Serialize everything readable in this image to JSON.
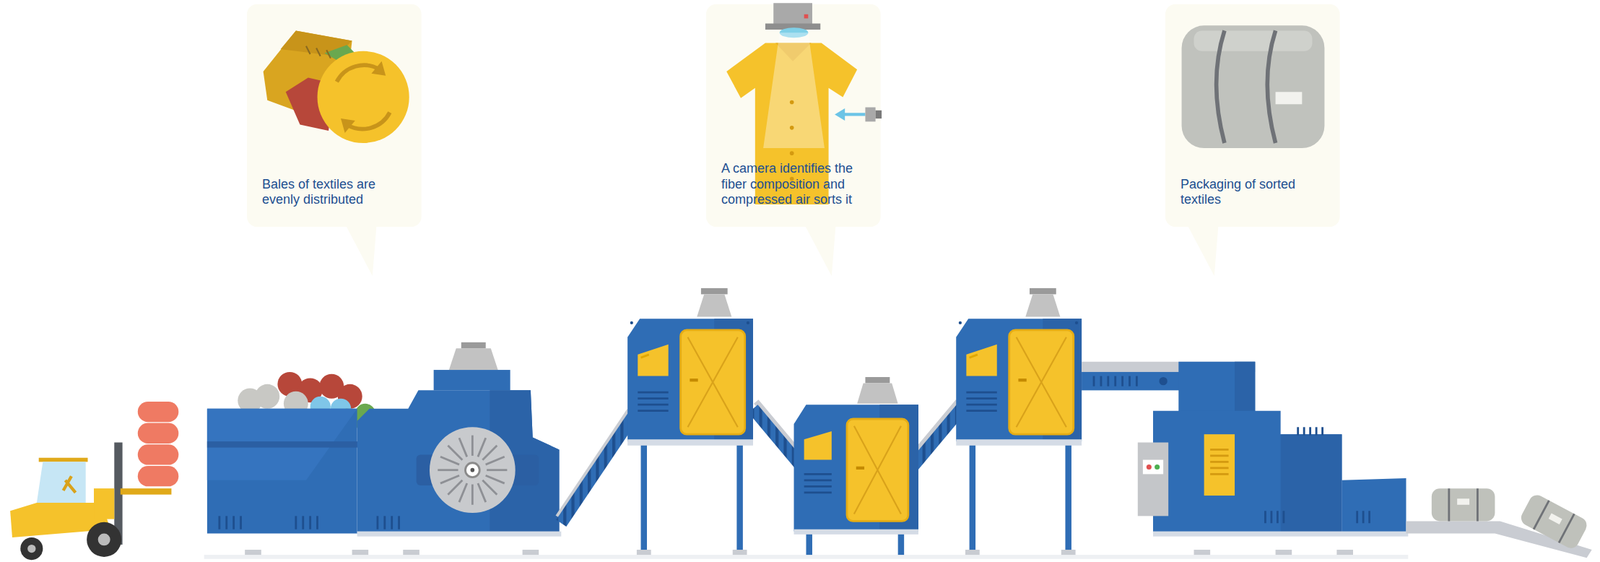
{
  "diagram": {
    "nodes": [
      {
        "text": [
          "Bales of textiles are evenly distributed"
        ]
      },
      {
        "text": [
          "A camera identifies the fiber composition and compressed air sorts it"
        ]
      },
      {
        "text": [
          "Packaging of sorted textiles"
        ]
      }
    ]
  }
}
